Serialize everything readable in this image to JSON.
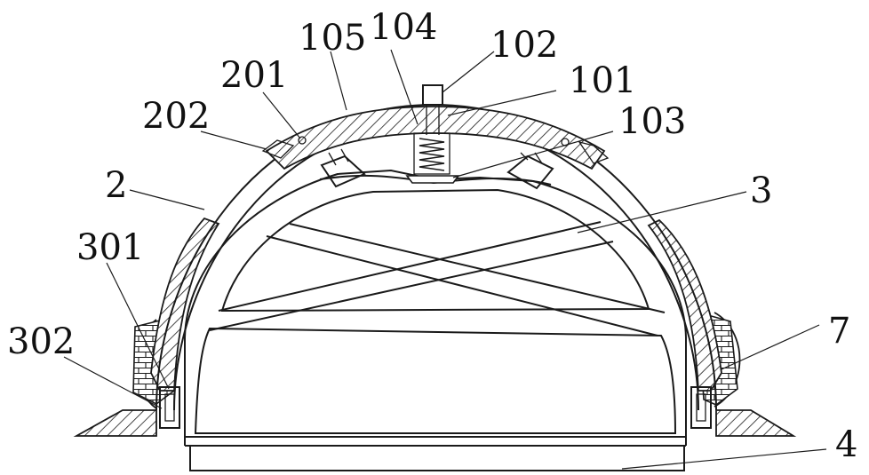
{
  "labels": {
    "l105": "105",
    "l104": "104",
    "l102": "102",
    "l101": "101",
    "l201": "201",
    "l202": "202",
    "l103": "103",
    "l2": "2",
    "l3": "3",
    "l301": "301",
    "l302": "302",
    "l7": "7",
    "l4": "4"
  }
}
